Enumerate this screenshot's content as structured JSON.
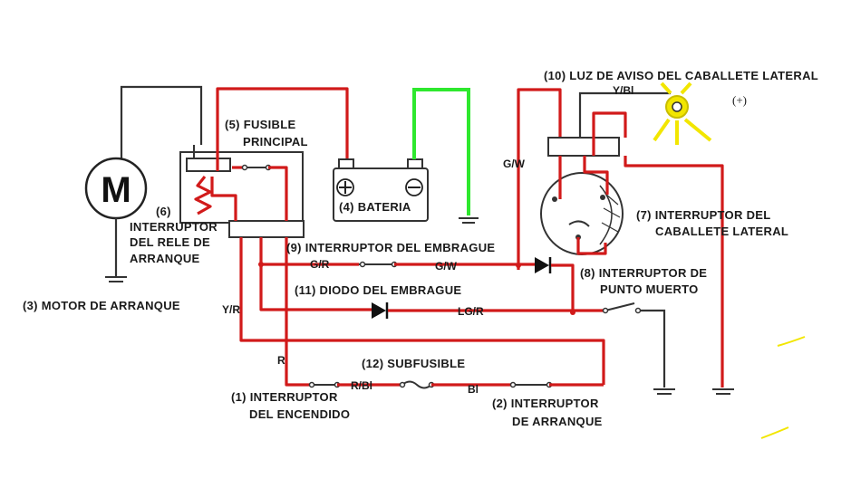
{
  "labels": {
    "fusible_1": "(5) FUSIBLE",
    "fusible_2": "PRINCIPAL",
    "bateria": "(4) BATERIA",
    "motor_letter": "M",
    "rele_1": "(6)",
    "rele_2": "INTERRUPTOR",
    "rele_3": "DEL RELE DE",
    "rele_4": "ARRANQUE",
    "motor": "(3) MOTOR DE ARRANQUE",
    "luz": "(10) LUZ DE AVISO DEL CABALLETE LATERAL",
    "plus": "(+)",
    "caballete_1": "(7) INTERRUPTOR DEL",
    "caballete_2": "CABALLETE LATERAL",
    "embrague": "(9) INTERRUPTOR DEL EMBRAGUE",
    "diodo": "(11) DIODO DEL EMBRAGUE",
    "punto_1": "(8) INTERRUPTOR DE",
    "punto_2": "PUNTO MUERTO",
    "subfusible": "(12) SUBFUSIBLE",
    "encendido_1": "(1) INTERRUPTOR",
    "encendido_2": "DEL ENCENDIDO",
    "arranque_1": "(2) INTERRUPTOR",
    "arranque_2": "DE ARRANQUE"
  },
  "wire_codes": {
    "gw_top": "G/W",
    "ybl": "Y/Bl",
    "gr": "G/R",
    "gw_mid": "G/W",
    "lgr": "LG/R",
    "yr": "Y/R",
    "r": "R",
    "rbl": "R/Bl",
    "bl": "Bl"
  },
  "colors": {
    "wire_red": "#d11a1a",
    "wire_green": "#2ee82e",
    "lamp_yellow": "#f2e600"
  }
}
